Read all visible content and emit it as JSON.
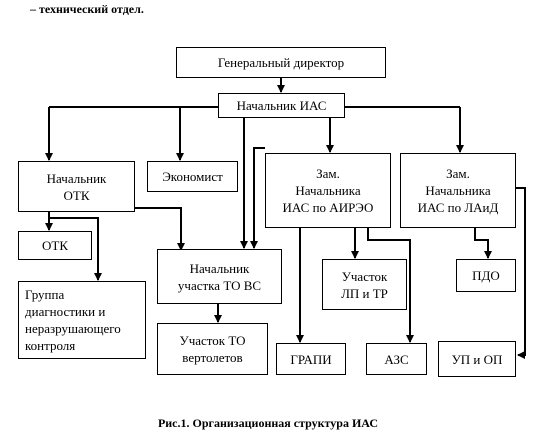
{
  "header": {
    "text": "– технический отдел."
  },
  "boxes": {
    "director": "Генеральный директор",
    "ias_head": "Начальник ИАС",
    "otk_head": "Начальник\nОТК",
    "economist": "Экономист",
    "dep_airo": "Зам.\nНачальника\nИАС по АИРЭО",
    "dep_laid": "Зам.\nНачальника\nИАС по ЛАиД",
    "otk": "ОТК",
    "diag_group": "Группа\nдиагностики и\nнеразрушающего\nконтроля",
    "vs_head": "Начальник\nучастка ТО ВС",
    "lp_tr": "Участок\nЛП и ТР",
    "pdo": "ПДО",
    "helis": "Участок ТО\nвертолетов",
    "grapi": "ГРАПИ",
    "azs": "АЗС",
    "up_op": "УП и ОП"
  },
  "caption": "Рис.1. Организационная структура ИАС"
}
